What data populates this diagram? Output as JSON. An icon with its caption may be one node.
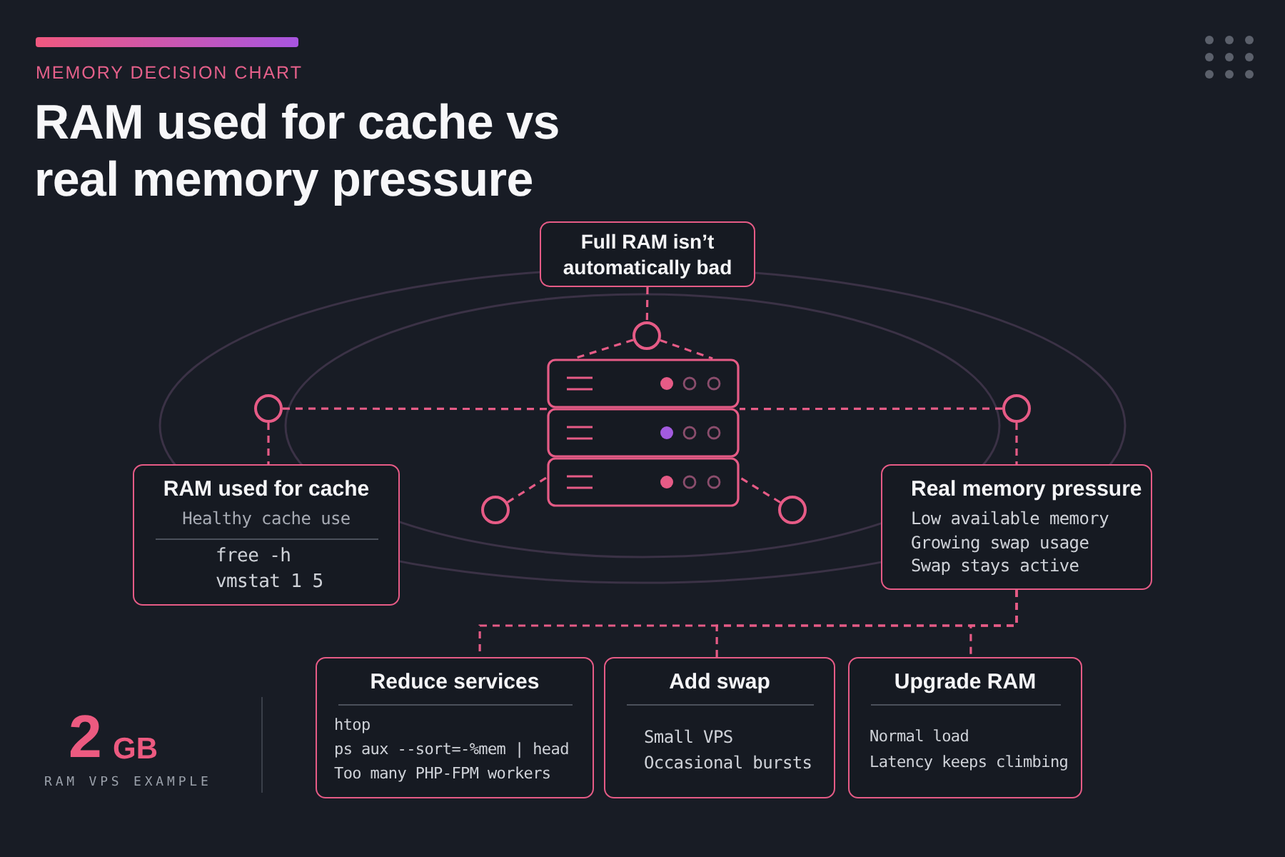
{
  "diagram": {
    "title": "RAM used for cache vs real memory pressure",
    "nodes": [
      {
        "text": [
          "Full RAM isn’t automatically bad"
        ]
      },
      {
        "text": [],
        "shape": "circle"
      },
      {
        "text": [],
        "shape": "picture"
      },
      {
        "text": [],
        "shape": "circle"
      },
      {
        "text": [],
        "shape": "circle"
      },
      {
        "text": [],
        "shape": "circle"
      },
      {
        "text": [],
        "shape": "circle"
      },
      {
        "text": [
          "RAM used for cache",
          "Healthy cache use",
          "free -h",
          "vmstat 1 5"
        ]
      },
      {
        "text": [
          "Real memory pressure",
          "Low available memory",
          "Growing swap usage",
          "Swap stays active"
        ]
      },
      {
        "text": [
          "Reduce services",
          "htop",
          "ps aux --sort=-%mem | head",
          "Too many PHP-FPM workers"
        ]
      },
      {
        "text": [
          "Add swap",
          "Small VPS",
          "Occasional bursts"
        ]
      },
      {
        "text": [
          "Upgrade RAM",
          "Normal load",
          "Latency keeps climbing"
        ]
      }
    ],
    "edges": [
      {
        "from": 0,
        "to": 1,
        "arrow": "none",
        "style": "dashed"
      },
      {
        "from": 1,
        "to": 2,
        "arrow": "none",
        "style": "dashed"
      },
      {
        "from": 1,
        "to": 2,
        "arrow": "none",
        "style": "dashed"
      },
      {
        "from": 3,
        "to": 2,
        "arrow": "none",
        "style": "dashed"
      },
      {
        "from": 4,
        "to": 2,
        "arrow": "none",
        "style": "dashed"
      },
      {
        "from": 5,
        "to": 2,
        "arrow": "none",
        "style": "dashed"
      },
      {
        "from": 6,
        "to": 2,
        "arrow": "none",
        "style": "dashed"
      },
      {
        "from": 3,
        "to": 7,
        "arrow": "none",
        "style": "dashed"
      },
      {
        "from": 4,
        "to": 8,
        "arrow": "none",
        "style": "dashed"
      },
      {
        "from": 8,
        "to": 9,
        "arrow": "none",
        "style": "dashed"
      },
      {
        "from": 8,
        "to": 10,
        "arrow": "none",
        "style": "dashed"
      },
      {
        "from": 8,
        "to": 11,
        "arrow": "none",
        "style": "dashed"
      }
    ],
    "labels": [
      "MEMORY DECISION CHART",
      "2",
      "GB",
      "RAM VPS EXAMPLE"
    ]
  }
}
